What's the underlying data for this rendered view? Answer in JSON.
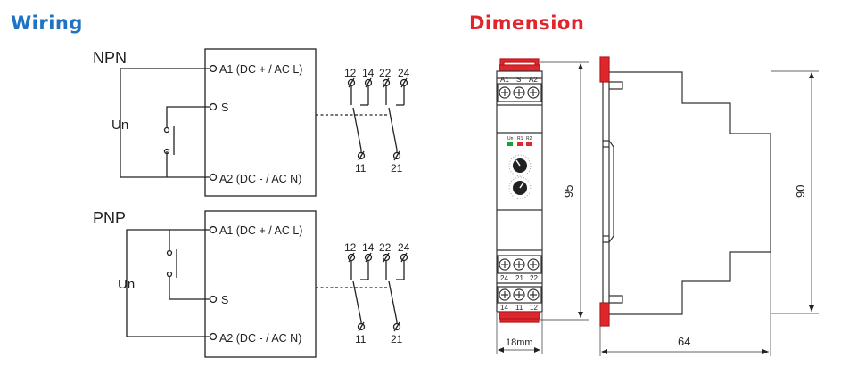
{
  "sections": {
    "wiring_title": "Wiring",
    "dimension_title": "Dimension"
  },
  "colors": {
    "wiring_title": "#1f73c2",
    "dimension_title": "#e0262b",
    "terminal_cover": "#e0262b",
    "led_green": "#1b9e3a",
    "led_red": "#e0262b"
  },
  "wiring": {
    "npn": {
      "label": "NPN",
      "supply": "Un",
      "a1": "A1 (DC +  / AC L)",
      "s": "S",
      "a2": "A2 (DC -  / AC N)",
      "contacts_top": [
        "12",
        "14",
        "22",
        "24"
      ],
      "contacts_bottom": [
        "11",
        "21"
      ]
    },
    "pnp": {
      "label": "PNP",
      "supply": "Un",
      "a1": "A1 (DC +  / AC L)",
      "s": "S",
      "a2": "A2 (DC -  / AC N)",
      "contacts_top": [
        "12",
        "14",
        "22",
        "24"
      ],
      "contacts_bottom": [
        "11",
        "21"
      ]
    }
  },
  "dimension": {
    "front_top_terminals": [
      "A1",
      "S",
      "A2"
    ],
    "front_mid_terminals": [
      "24",
      "21",
      "22"
    ],
    "front_bottom_terminals": [
      "14",
      "11",
      "12"
    ],
    "led_labels": [
      "Un",
      "R1",
      "R2"
    ],
    "height_front": "95",
    "width_front": "18mm",
    "height_side": "90",
    "depth_side": "64"
  }
}
